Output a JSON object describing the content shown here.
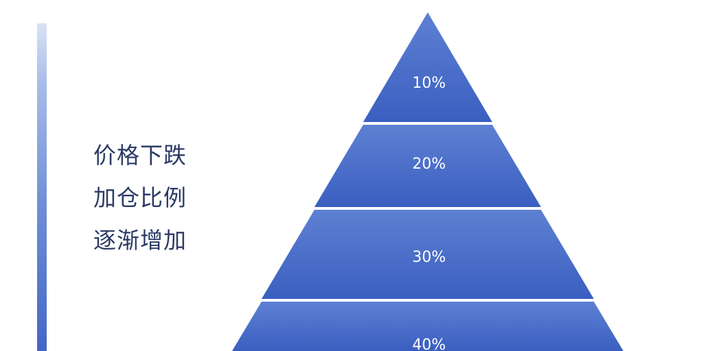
{
  "caption": {
    "lines": [
      "价格下跌",
      "加仓比例",
      "逐渐增加"
    ]
  },
  "pyramid": {
    "tiers": [
      {
        "label": "10%",
        "value": 10
      },
      {
        "label": "20%",
        "value": 20
      },
      {
        "label": "30%",
        "value": 30
      },
      {
        "label": "40%",
        "value": 40
      }
    ]
  },
  "colors": {
    "tier_top": "#5e80d3",
    "tier_bottom": "#3a5fc0",
    "text": "#2c3b66",
    "divider": "#ffffff"
  }
}
